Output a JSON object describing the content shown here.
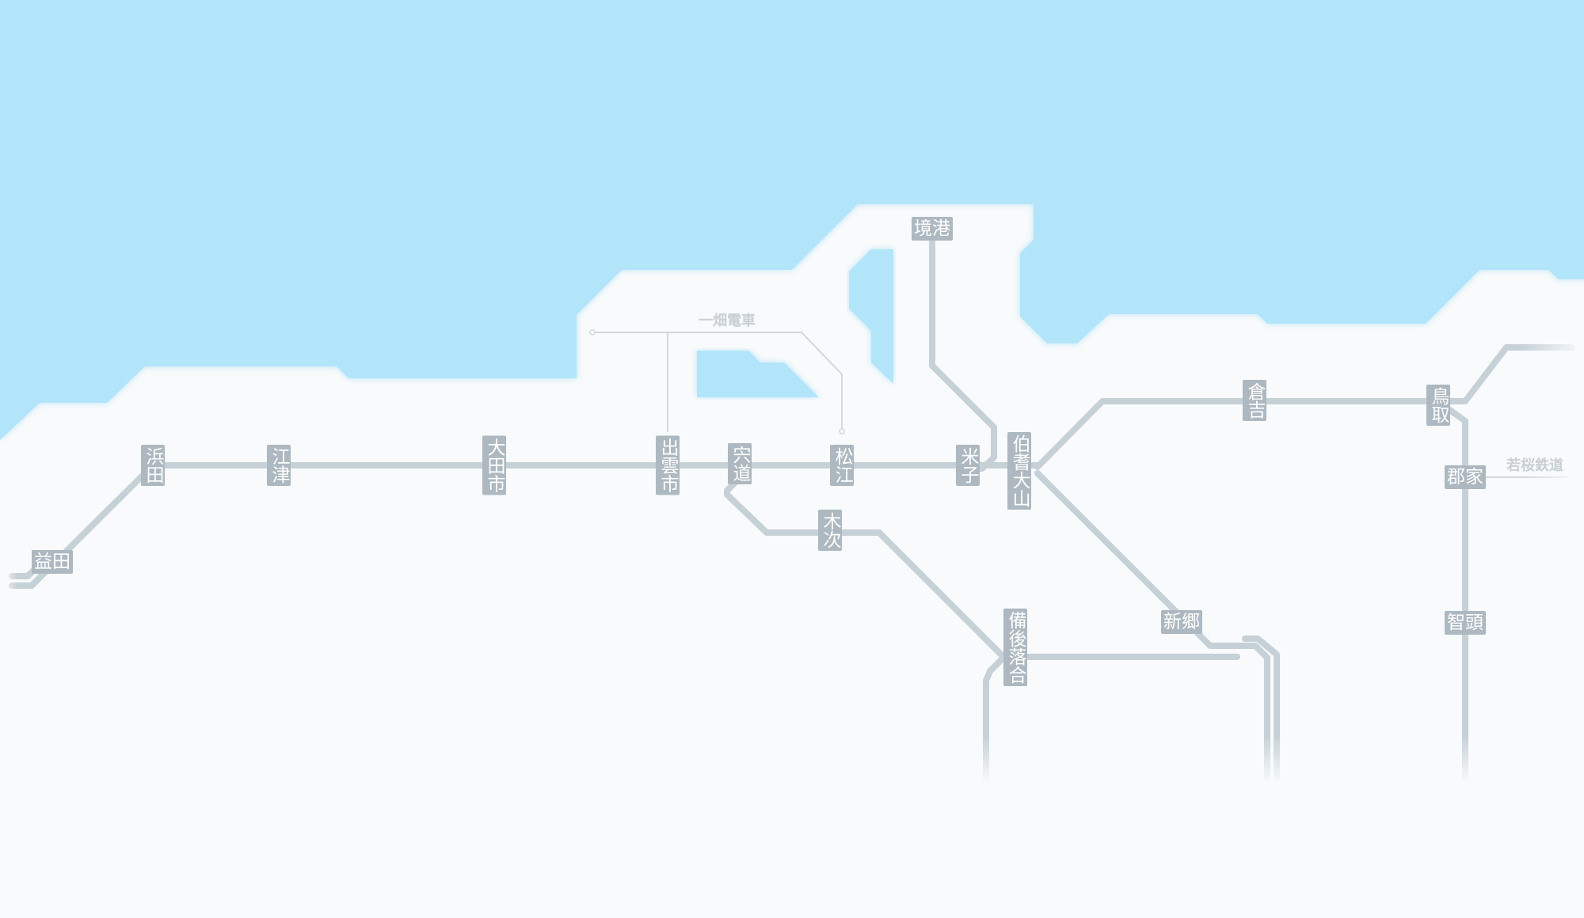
{
  "map": {
    "colors": {
      "sea": "#b3e5fa",
      "land": "#f8fafb",
      "jr_line": "#c6d1d7",
      "private_line": "#d2d8dc",
      "station_label_bg": "#adb8c0",
      "station_label_text": "#ffffff"
    },
    "stations": {
      "masuda": "益田",
      "hamada": "浜田",
      "gotsu": "江津",
      "odashi": "大田市",
      "izumoshi": "出雲市",
      "shinji": "宍道",
      "matsue": "松江",
      "kisuki": "木次",
      "yonago": "米子",
      "sakaiminato": "境港",
      "hokidaisen": "伯耆大山",
      "bingoochiai": "備後落合",
      "niimi": "新郷",
      "kurayoshi": "倉吉",
      "tottori": "鳥取",
      "koge": "郡家",
      "chizu": "智頭"
    },
    "other_operators": {
      "ichibata": "一畑電車",
      "wakasa": "若桜鉄道"
    }
  }
}
